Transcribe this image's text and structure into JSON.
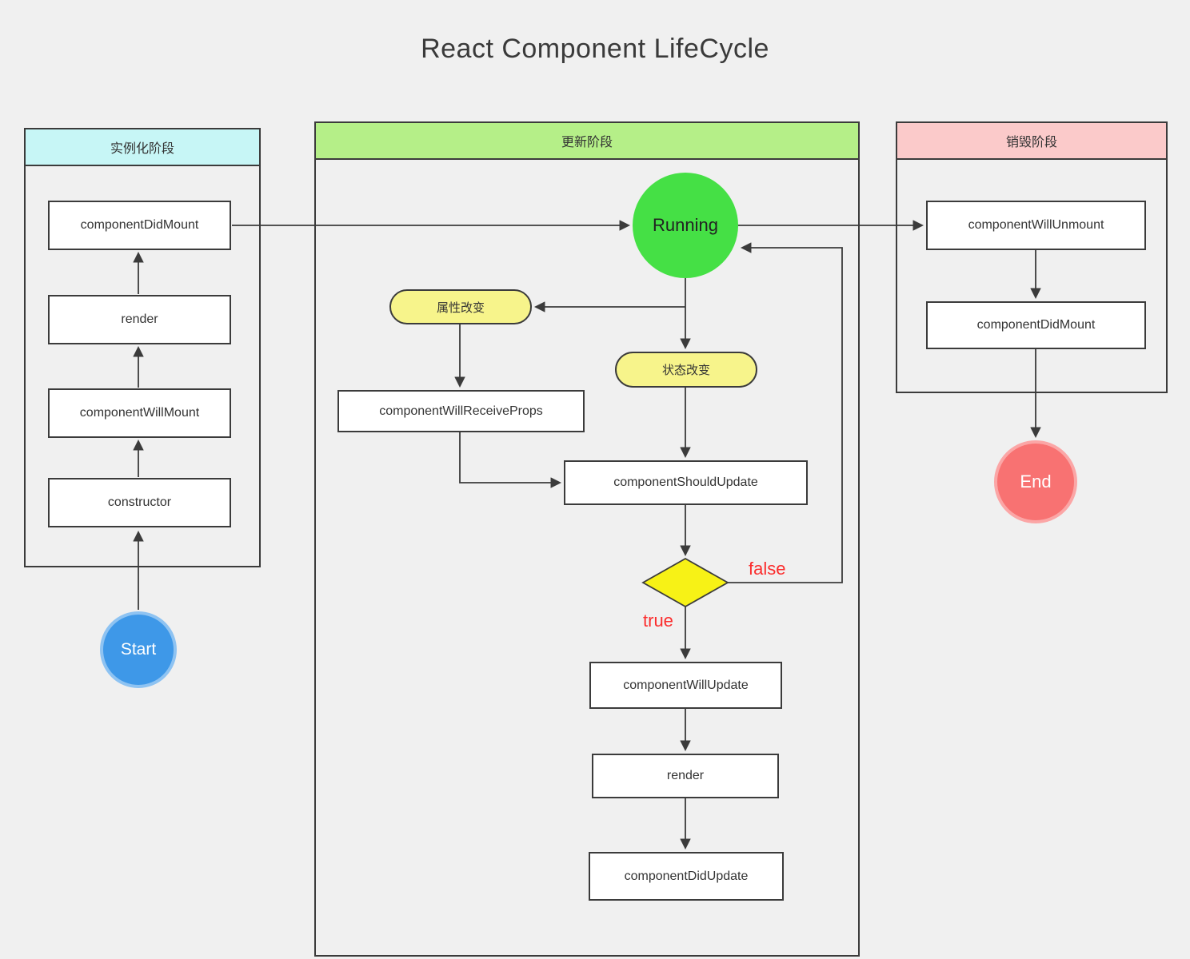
{
  "title": "React Component LifeCycle",
  "instantiation": {
    "header": "实例化阶段",
    "component_did_mount": "componentDidMount",
    "render": "render",
    "component_will_mount": "componentWillMount",
    "constructor_box": "constructor"
  },
  "update": {
    "header": "更新阶段",
    "running": "Running",
    "props_change": "属性改变",
    "state_change": "状态改变",
    "component_will_receive_props": "componentWillReceiveProps",
    "component_should_update": "componentShouldUpdate",
    "false_label": "false",
    "true_label": "true",
    "component_will_update": "componentWillUpdate",
    "render": "render",
    "component_did_update": "componentDidUpdate"
  },
  "destroy": {
    "header": "销毁阶段",
    "component_will_unmount": "componentWillUnmount",
    "component_did_mount": "componentDidMount"
  },
  "start_label": "Start",
  "end_label": "End",
  "colors": {
    "background": "#f0f0f0",
    "instantiation_header": "#c7f6f6",
    "update_header": "#b5ef88",
    "destroy_header": "#fbcaca",
    "start_fill": "#3e98e8",
    "running_fill": "#45e045",
    "end_fill": "#f87272",
    "pill_fill": "#f7f48b",
    "diamond_fill": "#f7f216",
    "branch_label_color": "#fb2d2d",
    "line_color": "#3b3b3b"
  }
}
